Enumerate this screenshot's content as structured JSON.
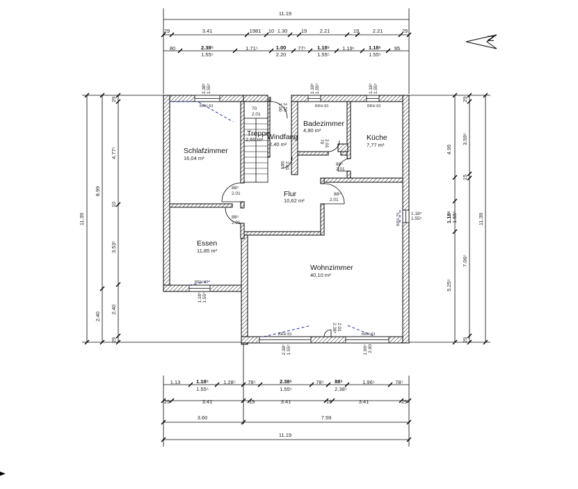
{
  "rooms": {
    "schlafzimmer": {
      "name": "Schlafzimmer",
      "area": "16,04 m²"
    },
    "treppe": {
      "name": "Treppe",
      "area": "2,60 m²"
    },
    "windfang": {
      "name": "Windfang",
      "area": "2,40 m²"
    },
    "badezimmer": {
      "name": "Badezimmer",
      "area": "4,90 m²"
    },
    "kueche": {
      "name": "Küche",
      "area": "7,77 m²"
    },
    "flur": {
      "name": "Flur",
      "area": "10,62 m²"
    },
    "essen": {
      "name": "Essen",
      "area": "11,85 m²"
    },
    "wohnzimmer": {
      "name": "Wohnzimmer",
      "area": "40,10 m²"
    }
  },
  "dims_top": {
    "total": "11.19",
    "row1": [
      "29",
      "3.41",
      "1981",
      "10",
      "1.30",
      "19",
      "2.21",
      "19",
      "2.21",
      "29"
    ],
    "row2a": [
      "80",
      "2.38⁵",
      "1.71⁵",
      "1.00",
      "77⁵",
      "1.18⁵",
      "1.19⁵",
      "1.18⁵",
      "95"
    ],
    "row2b": [
      "1.55⁵",
      "2.20",
      "1.55⁵",
      "1.55⁵"
    ]
  },
  "dims_bottom": {
    "row1a": [
      "1.13",
      "1.18⁵",
      "1.28⁵",
      "78⁵",
      "2.38⁵",
      "78⁵",
      "88⁵",
      "1.96⁵",
      "78⁵"
    ],
    "row1b": [
      "1.55⁵",
      "1.55⁵",
      "2.38⁵"
    ],
    "row2": [
      "29",
      "3.41",
      "19",
      "3.41",
      "19",
      "3.41",
      "29"
    ],
    "row3": [
      "3.60",
      "7.59"
    ],
    "total": "11.19"
  },
  "dims_left": [
    "11.39",
    "8.99",
    "2.40",
    "29",
    "4.77⁵",
    "10",
    "3.53⁵",
    "2.40",
    "29"
  ],
  "dims_right": [
    "4.95",
    "3.59⁵",
    "1.18⁵",
    "1.55⁵",
    "7.06⁵",
    "5.25⁵",
    "11.39",
    "29",
    "15",
    "29"
  ],
  "window_marks": {
    "brh83": "BRH 83",
    "brh75": "BRH 75",
    "w_top_left": "2.38⁵",
    "w_top_left_b": "1.55⁵",
    "w_top_mid": "1.18⁵",
    "w_top_mid_b": "1.55⁵",
    "w_top_right": "1.18⁵",
    "w_top_right_b": "1.55⁵",
    "w_right": "1.18⁵",
    "w_right_b": "1.55⁵",
    "w_essen": "1.18⁵",
    "w_essen_b": "1.55⁵",
    "w_wohn": "2.38⁵",
    "w_wohn_b": "1.55⁵",
    "w_door": "1.96⁵",
    "w_door_b": "2.00"
  },
  "door_marks": {
    "d1a": "88⁵",
    "d1b": "2.01",
    "d70a": "70",
    "d70b": "2.01",
    "d100a": "1.00",
    "d100b": "2.20",
    "d885a": "88⁵",
    "d885b": "2.01",
    "db_a": "70",
    "db_b": "2.01",
    "dtr_a": "2.38⁵",
    "dtr_b": "2.01"
  },
  "north_arrow": "N"
}
